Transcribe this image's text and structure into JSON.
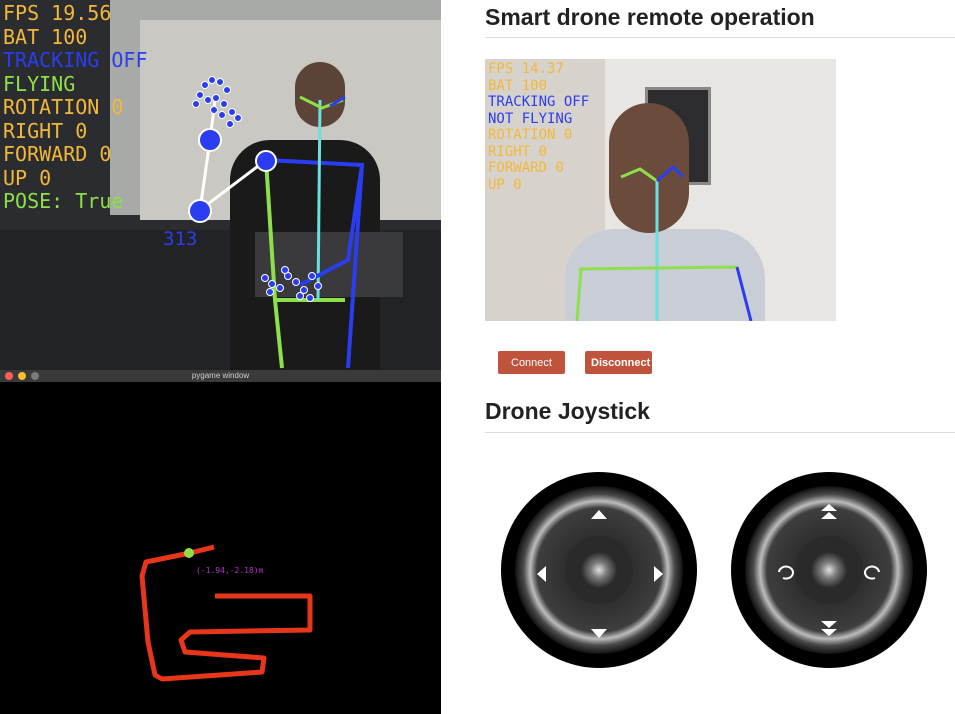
{
  "camera_main": {
    "hud": [
      {
        "text": "FPS 19.56",
        "color": "#f3b83a"
      },
      {
        "text": "BAT 100",
        "color": "#f3b83a"
      },
      {
        "text": "TRACKING OFF",
        "color": "#2b3df0"
      },
      {
        "text": "FLYING",
        "color": "#8ee04a"
      },
      {
        "text": "ROTATION 0",
        "color": "#f3b83a"
      },
      {
        "text": "RIGHT 0",
        "color": "#f3b83a"
      },
      {
        "text": "FORWARD 0",
        "color": "#f3b83a"
      },
      {
        "text": "UP 0",
        "color": "#f3b83a"
      },
      {
        "text": "POSE: True",
        "color": "#8ee04a"
      }
    ],
    "distance_label": "313"
  },
  "pygame": {
    "title": "pygame window",
    "coordinate": "(-1.94,-2.18)m"
  },
  "page": {
    "title": "Smart drone remote operation",
    "joystick_title": "Drone Joystick"
  },
  "camera_preview": {
    "hud": [
      {
        "text": "FPS 14.37",
        "color": "#f3b83a"
      },
      {
        "text": "BAT 100",
        "color": "#f3b83a"
      },
      {
        "text": "TRACKING OFF",
        "color": "#2b3df0"
      },
      {
        "text": "NOT FLYING",
        "color": "#2b3df0"
      },
      {
        "text": "ROTATION 0",
        "color": "#f3b83a"
      },
      {
        "text": "RIGHT 0",
        "color": "#f3b83a"
      },
      {
        "text": "FORWARD 0",
        "color": "#f3b83a"
      },
      {
        "text": "UP 0",
        "color": "#f3b83a"
      }
    ]
  },
  "buttons": {
    "connect": "Connect",
    "disconnect": "Disconnect"
  },
  "joysticks": [
    {
      "name": "movement",
      "icons": [
        "arrow-up-icon",
        "arrow-down-icon",
        "arrow-left-icon",
        "arrow-right-icon"
      ]
    },
    {
      "name": "altitude-rotation",
      "icons": [
        "double-chevron-up-icon",
        "double-chevron-down-icon",
        "rotate-left-icon",
        "rotate-right-icon"
      ]
    }
  ],
  "colors": {
    "accent": "#c0533c",
    "path": "#e8361a"
  }
}
